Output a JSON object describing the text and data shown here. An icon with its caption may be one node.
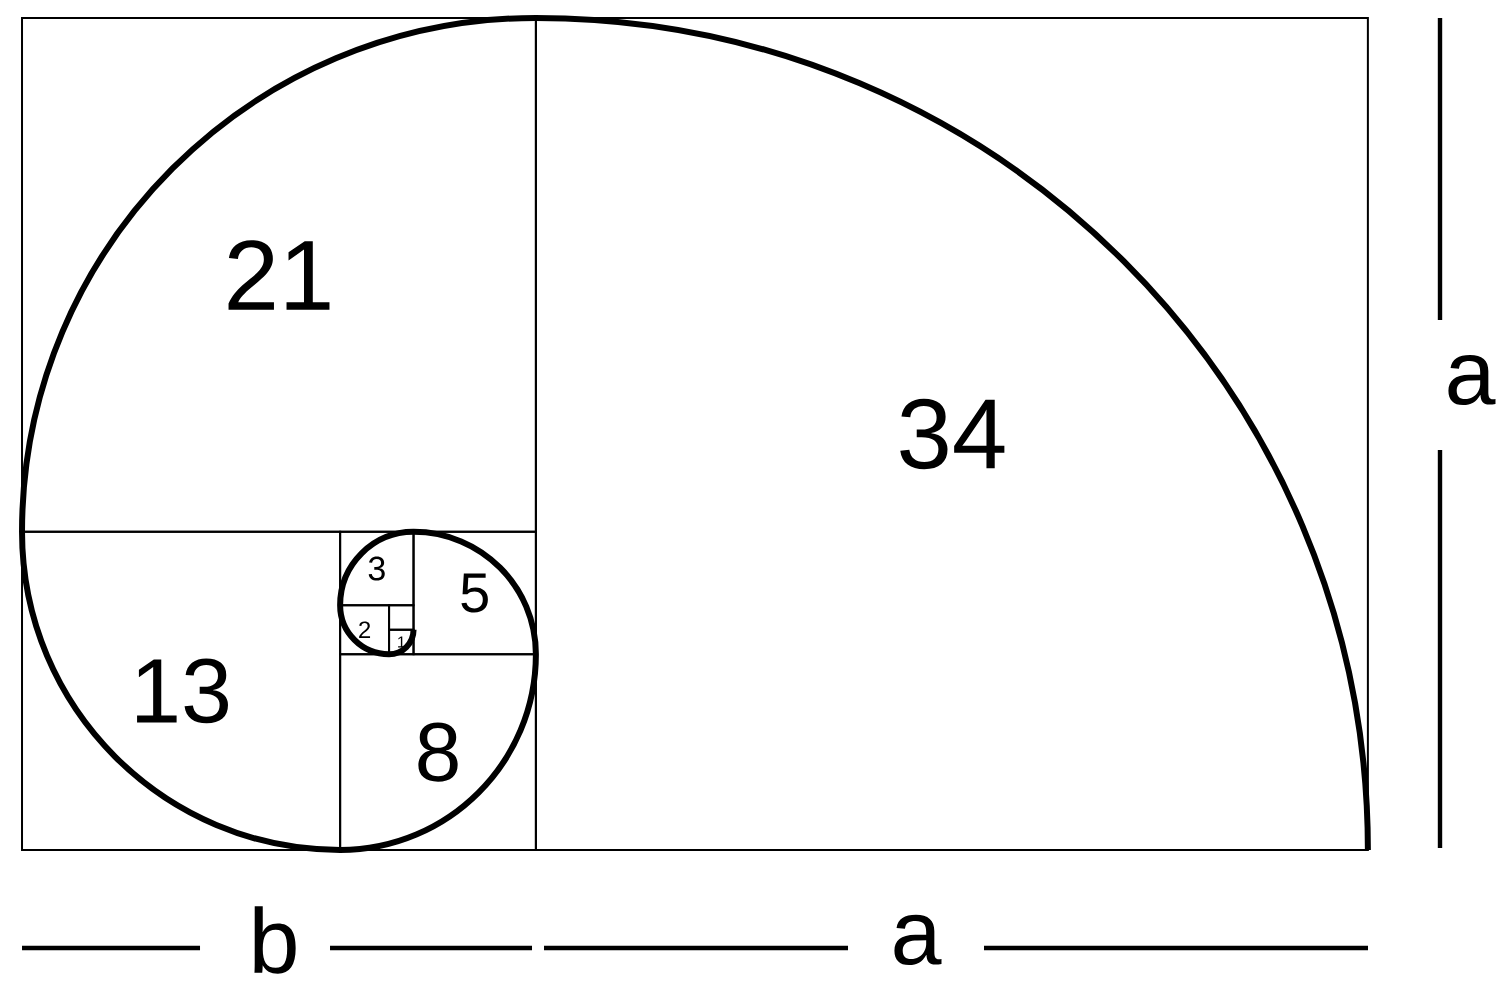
{
  "diagram": {
    "nodes": [
      {
        "text": [
          "21"
        ]
      },
      {
        "text": [
          "34"
        ]
      },
      {
        "text": [
          "13"
        ]
      },
      {
        "text": [
          "3"
        ]
      },
      {
        "text": [
          "5"
        ]
      },
      {
        "text": [
          "2"
        ]
      },
      {
        "text": [],
        "shape": "box"
      },
      {
        "text": [
          "1"
        ]
      },
      {
        "text": [
          "8"
        ]
      }
    ],
    "labels": [
      "a",
      "b",
      "a"
    ]
  }
}
